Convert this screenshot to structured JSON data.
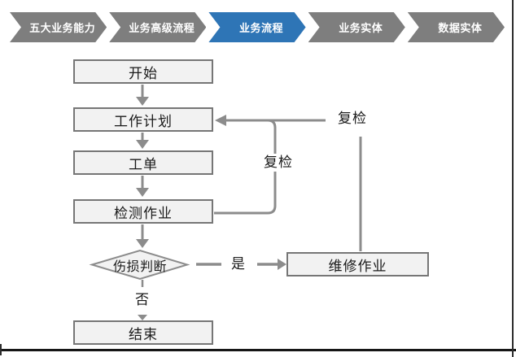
{
  "nav": {
    "tabs": [
      {
        "label": "五大业务能力",
        "active": false
      },
      {
        "label": "业务高级流程",
        "active": false
      },
      {
        "label": "业务流程",
        "active": true
      },
      {
        "label": "业务实体",
        "active": false
      },
      {
        "label": "数据实体",
        "active": false
      }
    ]
  },
  "flowchart": {
    "nodes": {
      "start": "开始",
      "plan": "工作计划",
      "order": "工单",
      "inspect": "检测作业",
      "judge": "伤损判断",
      "repair": "维修作业",
      "end": "结束"
    },
    "edge_labels": {
      "recheck_inner": "复检",
      "recheck_outer": "复检",
      "yes": "是",
      "no": "否"
    }
  },
  "colors": {
    "tab_active": "#2e75b6",
    "tab_inactive": "#7e7e7e",
    "tab_text": "#ffffff",
    "node_fill": "#f2f2f2",
    "node_border": "#767676",
    "connector": "#8c8c8c",
    "frame_line": "#161616"
  }
}
